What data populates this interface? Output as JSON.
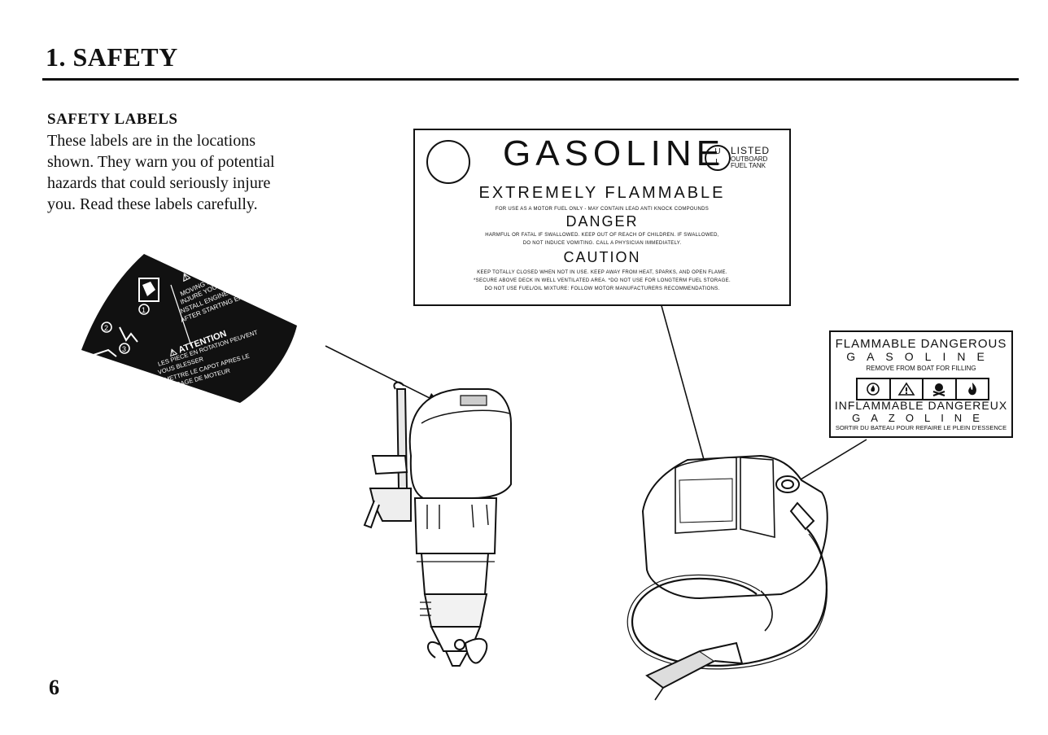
{
  "header": {
    "title": "1. SAFETY"
  },
  "section": {
    "title": "SAFETY LABELS",
    "intro": [
      "These labels are in the locations",
      "shown. They warn you of potential",
      "hazards that could seriously injure",
      "you. Read these labels carefully."
    ]
  },
  "page_number": "6",
  "warning_label": {
    "warning_title": "WARNING",
    "warning_lines": [
      "MOVING PARTS CAN",
      "INJURE YOU",
      "INSTALL ENGINE COVER",
      "AFTER STARTING ENGINE"
    ],
    "attention_title": "ATTENTION",
    "attention_lines": [
      "LES PIECE EN ROTATION PEUVENT",
      "VOUS BLESSER",
      "REMETTRE LE CAPOT APRES LE",
      "DEMARRAGE DE MOTEUR"
    ]
  },
  "gasoline_label": {
    "title": "GASOLINE",
    "ul_top": "U",
    "ul_bottom": "L",
    "listed": "LISTED",
    "outboard": "OUTBOARD",
    "fuel_tank": "FUEL TANK",
    "extreme": "EXTREMELY FLAMMABLE",
    "use_note": "FOR USE AS A MOTOR FUEL ONLY - MAY CONTAIN LEAD ANTI KNOCK COMPOUNDS",
    "danger": "DANGER",
    "danger_line1": "HARMFUL OR FATAL IF SWALLOWED. KEEP OUT OF REACH OF CHILDREN. IF SWALLOWED,",
    "danger_line2": "DO NOT INDUCE VOMITING. CALL A PHYSICIAN IMMEDIATELY.",
    "caution": "CAUTION",
    "caution_line1": "KEEP TOTALLY CLOSED WHEN NOT IN USE. KEEP AWAY FROM HEAT, SPARKS, AND OPEN FLAME.",
    "caution_line2": "*SECURE ABOVE DECK IN WELL VENTILATED AREA. *DO NOT USE FOR LONGTERM FUEL STORAGE.",
    "caution_line3": "DO NOT USE FUEL/OIL MIXTURE: FOLLOW MOTOR MANUFACTURERS RECOMMENDATIONS."
  },
  "flammable_label": {
    "line1": "FLAMMABLE DANGEROUS",
    "line2": "GASOLINE",
    "line3": "REMOVE FROM BOAT FOR FILLING",
    "line4": "INFLAMMABLE DANGEREUX",
    "line5": "GAZOLINE",
    "line6": "SORTIR DU BATEAU POUR REFAIRE LE PLEIN D'ESSENCE"
  },
  "icons": [
    "no-fire-icon",
    "warning-triangle-icon",
    "skull-crossbones-icon",
    "flame-icon",
    "info-circle-icon",
    "arrow-down-icon"
  ]
}
